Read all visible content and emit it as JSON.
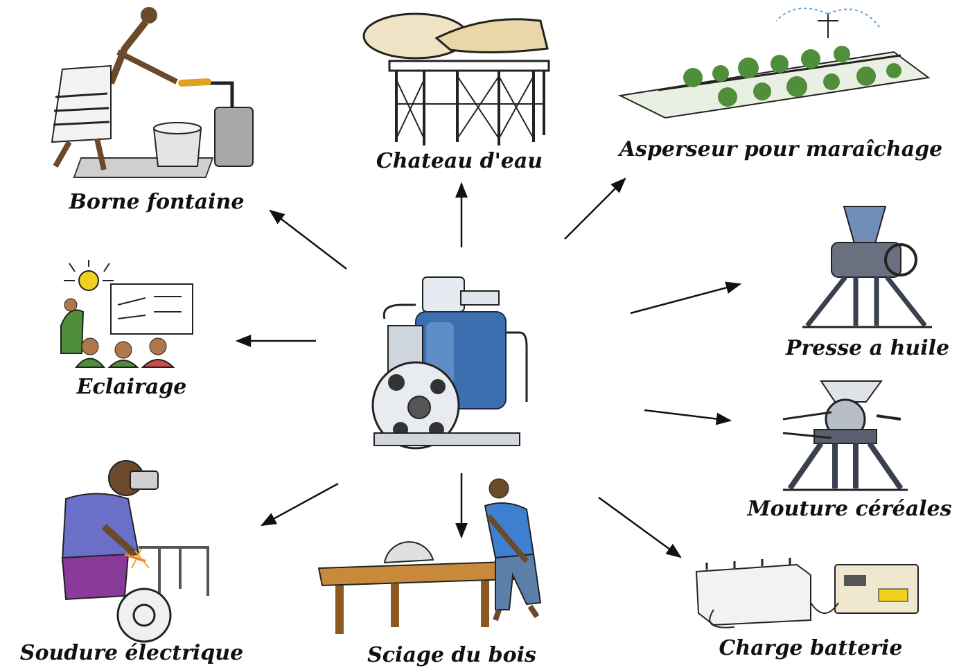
{
  "center": {
    "icon": "diesel-engine-icon"
  },
  "colors": {
    "ink": "#111111",
    "machine_blue": "#3b6fb0",
    "shirt_blue": "#3f7fd0",
    "wood": "#c88a3a",
    "green": "#4f8f3a",
    "purple": "#8a3a9a",
    "bulb": "#f0d020"
  },
  "uses": [
    {
      "id": "borne-fontaine",
      "label": "Borne fontaine",
      "icon": "water-tap-icon"
    },
    {
      "id": "chateau-eau",
      "label": "Chateau d'eau",
      "icon": "water-tower-icon"
    },
    {
      "id": "asperseur",
      "label": "Asperseur pour maraîchage",
      "icon": "sprinkler-icon"
    },
    {
      "id": "eclairage",
      "label": "Eclairage",
      "icon": "light-bulb-icon"
    },
    {
      "id": "presse-huile",
      "label": "Presse a huile",
      "icon": "oil-press-icon"
    },
    {
      "id": "mouture",
      "label": "Mouture céréales",
      "icon": "grain-mill-icon"
    },
    {
      "id": "soudure",
      "label": "Soudure électrique",
      "icon": "welding-icon"
    },
    {
      "id": "sciage",
      "label": "Sciage du bois",
      "icon": "saw-table-icon"
    },
    {
      "id": "charge-batterie",
      "label": "Charge batterie",
      "icon": "battery-charger-icon"
    }
  ]
}
